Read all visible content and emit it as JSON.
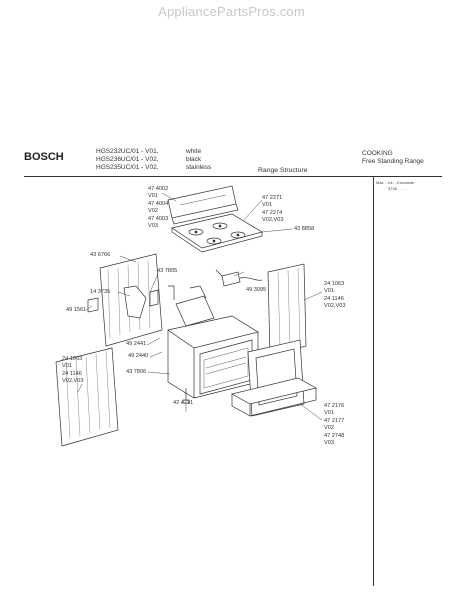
{
  "watermark": "AppliancePartsPros.com",
  "header": {
    "brand": "BOSCH",
    "models": [
      "HGS232UC/01 - V01,",
      "HGS236UC/01 - V02,",
      "HGS235UC/01 - V02,"
    ],
    "colors": [
      "white",
      "black",
      "stainless"
    ],
    "section_title": "Range Structure",
    "category": "COOKING",
    "subcategory": "Free Standing Range",
    "corner_note_1": "Maz. - tol. - Kondante",
    "corner_note_2": "3748 . . . . ."
  },
  "labels": {
    "l1": [
      "47 4002",
      "V01",
      "47 4004",
      "V02",
      "47 4003",
      "V03"
    ],
    "l2": [
      "47 2271",
      "V01",
      "47 2274",
      "V02,V03"
    ],
    "l3": "43 8858",
    "l4": "43 6766",
    "l5": "43 7805",
    "l6": "14 3735",
    "l7": "49 1561",
    "l8": "49 3095",
    "l9": [
      "24 1063",
      "V01",
      "24 1146",
      "V02,V03"
    ],
    "l10": "49 2441",
    "l11": "49 2440",
    "l12": "43 7806",
    "l13": [
      "24 1063",
      "V01",
      "24 1146",
      "V02,V03"
    ],
    "l14": "42 4731",
    "l15": [
      "47 2176",
      "V01",
      "47 2177",
      "V02",
      "47 2748",
      "V03"
    ]
  }
}
